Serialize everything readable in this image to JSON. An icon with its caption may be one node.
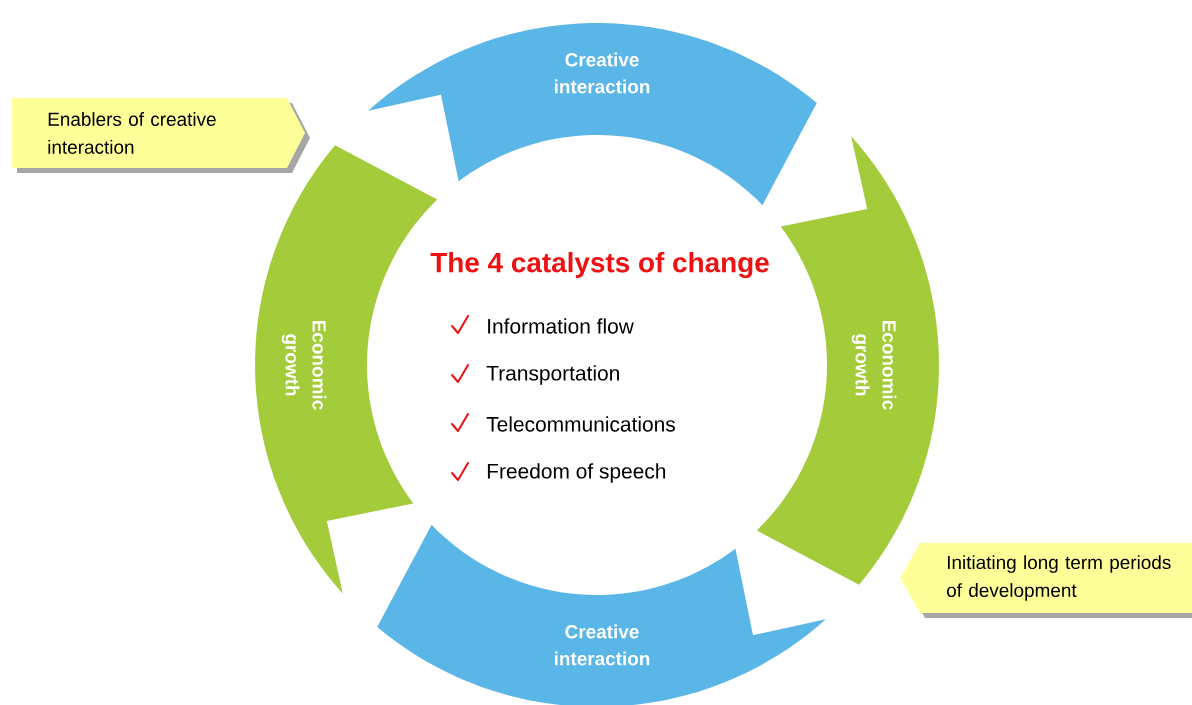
{
  "diagram": {
    "title": "The 4 catalysts of change",
    "nodes": [
      {
        "text": [
          "Creative interaction"
        ]
      },
      {
        "text": [
          "Enablers of creative interaction"
        ]
      },
      {
        "text": [
          "Economic growth"
        ]
      },
      {
        "text": [
          "Economic growth"
        ]
      },
      {
        "text": [
          "Initiating long term periods of development"
        ]
      },
      {
        "text": [
          "Creative interaction"
        ]
      }
    ],
    "labels": [
      "Information flow",
      "Transportation",
      "Telecommunications",
      "Freedom of speech"
    ]
  }
}
